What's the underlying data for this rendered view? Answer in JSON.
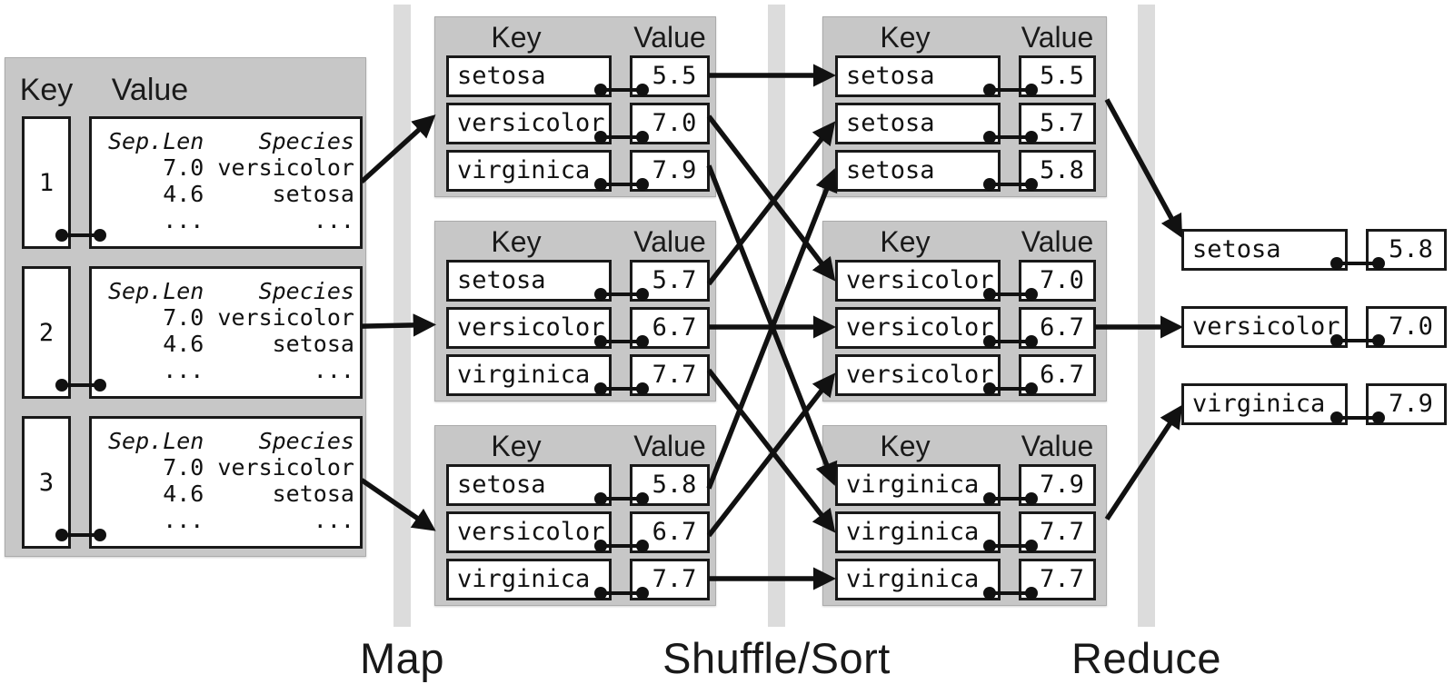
{
  "diagram": {
    "stage_labels": [
      {
        "text": "Map"
      },
      {
        "text": "Shuffle/Sort"
      },
      {
        "text": "Reduce"
      }
    ],
    "panel_headers": {
      "key": "Key",
      "value": "Value"
    },
    "input_records": [
      {
        "key": "1",
        "table_lines": [
          "Sep.Len    Species",
          "    7.0 versicolor",
          "    4.6     setosa",
          "    ...        ..."
        ]
      },
      {
        "key": "2",
        "table_lines": [
          "Sep.Len    Species",
          "    7.0 versicolor",
          "    4.6     setosa",
          "    ...        ..."
        ]
      },
      {
        "key": "3",
        "table_lines": [
          "Sep.Len    Species",
          "    7.0 versicolor",
          "    4.6     setosa",
          "    ...        ..."
        ]
      }
    ],
    "map_groups": [
      {
        "pairs": [
          {
            "key": "setosa",
            "value": "5.5"
          },
          {
            "key": "versicolor",
            "value": "7.0"
          },
          {
            "key": "virginica",
            "value": "7.9"
          }
        ]
      },
      {
        "pairs": [
          {
            "key": "setosa",
            "value": "5.7"
          },
          {
            "key": "versicolor",
            "value": "6.7"
          },
          {
            "key": "virginica",
            "value": "7.7"
          }
        ]
      },
      {
        "pairs": [
          {
            "key": "setosa",
            "value": "5.8"
          },
          {
            "key": "versicolor",
            "value": "6.7"
          },
          {
            "key": "virginica",
            "value": "7.7"
          }
        ]
      }
    ],
    "shuffle_groups": [
      {
        "pairs": [
          {
            "key": "setosa",
            "value": "5.5"
          },
          {
            "key": "setosa",
            "value": "5.7"
          },
          {
            "key": "setosa",
            "value": "5.8"
          }
        ]
      },
      {
        "pairs": [
          {
            "key": "versicolor",
            "value": "7.0"
          },
          {
            "key": "versicolor",
            "value": "6.7"
          },
          {
            "key": "versicolor",
            "value": "6.7"
          }
        ]
      },
      {
        "pairs": [
          {
            "key": "virginica",
            "value": "7.9"
          },
          {
            "key": "virginica",
            "value": "7.7"
          },
          {
            "key": "virginica",
            "value": "7.7"
          }
        ]
      }
    ],
    "reduce_outputs": [
      {
        "key": "setosa",
        "value": "5.8"
      },
      {
        "key": "versicolor",
        "value": "7.0"
      },
      {
        "key": "virginica",
        "value": "7.9"
      }
    ],
    "colors": {
      "panel_gray": "#c7c7c7",
      "divider_gray": "#dcdcdc",
      "box_border": "#191919",
      "arrow": "#111111",
      "background": "#ffffff",
      "text": "#111111"
    },
    "connections": [
      {
        "from": "iv1",
        "fa": [
          1,
          0.5
        ],
        "to": "mg1",
        "ta": [
          0,
          0.55
        ]
      },
      {
        "from": "iv2",
        "fa": [
          1,
          0.46
        ],
        "to": "mg2",
        "ta": [
          0,
          0.575
        ]
      },
      {
        "from": "iv3",
        "fa": [
          1,
          0.49
        ],
        "to": "mg3",
        "ta": [
          0,
          0.58
        ]
      },
      {
        "from": "m1v1",
        "fa": [
          1,
          0.5
        ],
        "to": "s1k1",
        "ta": [
          0,
          0.5
        ]
      },
      {
        "from": "m1v2",
        "fa": [
          1,
          0.35
        ],
        "to": "s2k1",
        "ta": [
          0,
          0.5
        ]
      },
      {
        "from": "m1v3",
        "fa": [
          1,
          0.4
        ],
        "to": "s3k1",
        "ta": [
          0,
          0.5
        ]
      },
      {
        "from": "m2v1",
        "fa": [
          1,
          0.6
        ],
        "to": "s1k2",
        "ta": [
          0,
          0.5
        ]
      },
      {
        "from": "m2v2",
        "fa": [
          1,
          0.5
        ],
        "to": "s2k2",
        "ta": [
          0,
          0.5
        ]
      },
      {
        "from": "m2v3",
        "fa": [
          1,
          0.4
        ],
        "to": "s3k2",
        "ta": [
          0,
          0.5
        ]
      },
      {
        "from": "m3v1",
        "fa": [
          1,
          0.6
        ],
        "to": "s1k3",
        "ta": [
          0,
          0.5
        ]
      },
      {
        "from": "m3v2",
        "fa": [
          1,
          0.6
        ],
        "to": "s2k3",
        "ta": [
          0,
          0.5
        ]
      },
      {
        "from": "m3v3",
        "fa": [
          1,
          0.5
        ],
        "to": "s3k3",
        "ta": [
          0,
          0.5
        ]
      },
      {
        "from": "sg1",
        "fa": [
          1,
          0.46
        ],
        "to": "rk1",
        "ta": [
          0,
          0.18
        ]
      },
      {
        "from": "s2v2",
        "fa": [
          1,
          0.5
        ],
        "to": "rk2",
        "ta": [
          0,
          0.5
        ]
      },
      {
        "from": "sg3",
        "fa": [
          1,
          0.52
        ],
        "to": "rk3",
        "ta": [
          0,
          0.55
        ]
      }
    ]
  }
}
